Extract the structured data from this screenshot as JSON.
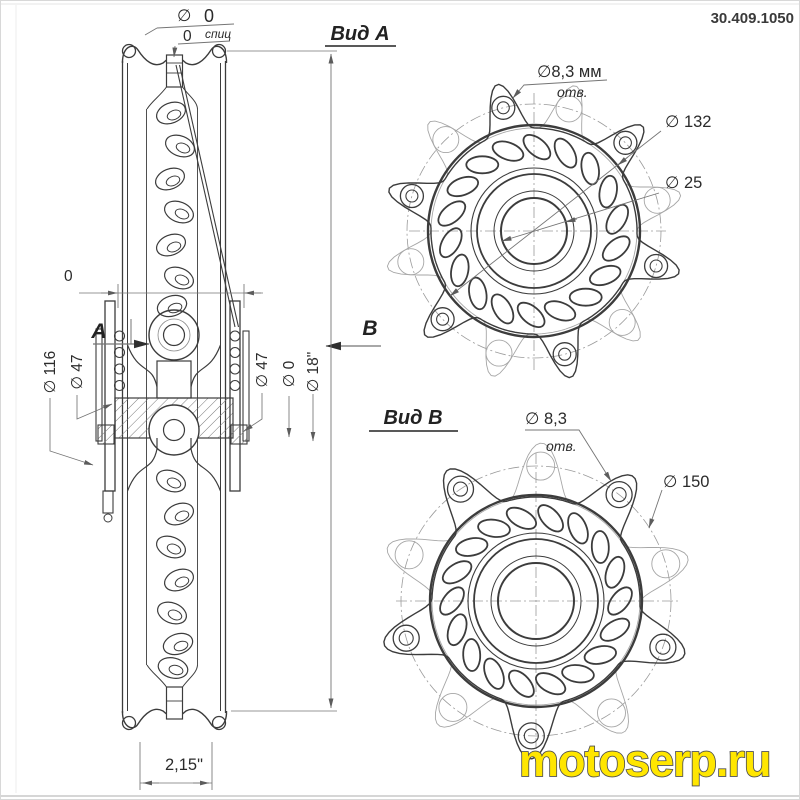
{
  "doc_number": "30.409.1050",
  "watermark": "motoserp.ru",
  "colors": {
    "watermark": "#ffe600",
    "watermark_outline": "#4f4f4f",
    "line": "#3c3c3c"
  },
  "section_view": {
    "spoke_dia_symbol": "∅",
    "spoke_dia_value": "0",
    "spoke_count": "0",
    "spoke_count_label": "спиц",
    "offset_dim": "0",
    "view_a_letter": "A",
    "view_b_letter": "B",
    "dim_hub_flange_left": "∅ 116",
    "dim_hub_left": "∅ 47",
    "dim_hub_right": "∅ 47",
    "dim_center": "∅ 0",
    "dim_rim_diameter": "∅ 18\"",
    "dim_rim_width": "2,15\""
  },
  "view_a": {
    "title": "Вид А",
    "holes_dia": "∅8,3 мм",
    "holes_note": "отв.",
    "flange_dia": "∅ 132",
    "bore_dia": "∅ 25"
  },
  "view_b": {
    "title": "Вид В",
    "holes_dia": "∅ 8,3",
    "holes_note": "отв.",
    "bolt_circle_dia": "∅ 150"
  }
}
